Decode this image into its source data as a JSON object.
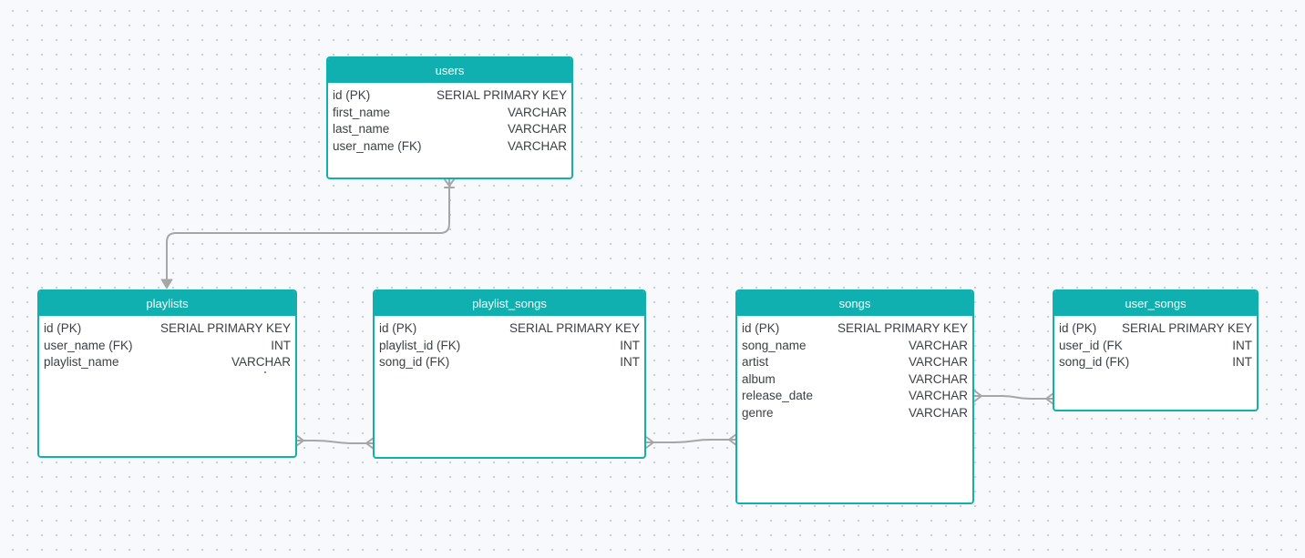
{
  "colors": {
    "header": "#10b0b0",
    "connector": "#a6a6a6",
    "text": "#3b3f45",
    "background": "#f8f9fc"
  },
  "entities": {
    "users": {
      "title": "users",
      "fields": [
        {
          "name": "id (PK)",
          "type": "SERIAL PRIMARY KEY"
        },
        {
          "name": "first_name",
          "type": "VARCHAR"
        },
        {
          "name": "last_name",
          "type": "VARCHAR"
        },
        {
          "name": "user_name (FK)",
          "type": "VARCHAR"
        }
      ]
    },
    "playlists": {
      "title": "playlists",
      "fields": [
        {
          "name": "id (PK)",
          "type": "SERIAL PRIMARY KEY"
        },
        {
          "name": "user_name (FK)",
          "type": "INT"
        },
        {
          "name": "playlist_name",
          "type": "VARCHAR"
        }
      ]
    },
    "playlist_songs": {
      "title": "playlist_songs",
      "fields": [
        {
          "name": "id (PK)",
          "type": "SERIAL PRIMARY KEY"
        },
        {
          "name": "playlist_id (FK)",
          "type": "INT"
        },
        {
          "name": "song_id (FK)",
          "type": "INT"
        }
      ]
    },
    "songs": {
      "title": "songs",
      "fields": [
        {
          "name": "id (PK)",
          "type": "SERIAL PRIMARY KEY"
        },
        {
          "name": "song_name",
          "type": "VARCHAR"
        },
        {
          "name": "artist",
          "type": "VARCHAR"
        },
        {
          "name": "album",
          "type": "VARCHAR"
        },
        {
          "name": "release_date",
          "type": "VARCHAR"
        },
        {
          "name": "genre",
          "type": "VARCHAR"
        }
      ]
    },
    "user_songs": {
      "title": "user_songs",
      "fields": [
        {
          "name": "id (PK)",
          "type": "SERIAL PRIMARY KEY"
        },
        {
          "name": "user_id (FK",
          "type": "INT"
        },
        {
          "name": "song_id (FK)",
          "type": "INT"
        }
      ]
    }
  },
  "relationships": [
    {
      "from": "users",
      "to": "playlists",
      "from_end": "many",
      "to_end": "arrow"
    },
    {
      "from": "playlists",
      "to": "playlist_songs",
      "from_end": "many",
      "to_end": "many"
    },
    {
      "from": "playlist_songs",
      "to": "songs",
      "from_end": "many",
      "to_end": "many"
    },
    {
      "from": "songs",
      "to": "user_songs",
      "from_end": "many",
      "to_end": "many"
    }
  ]
}
